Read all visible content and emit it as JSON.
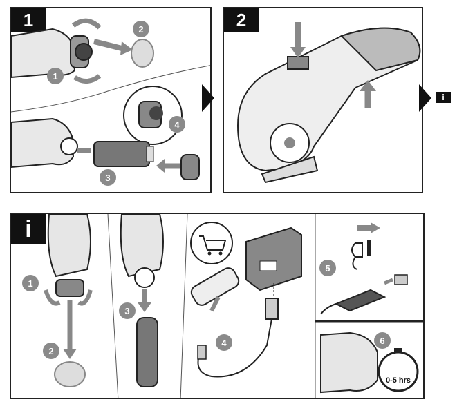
{
  "panel1": {
    "badge": "1",
    "steps": [
      "1",
      "2",
      "3",
      "4"
    ]
  },
  "panel2": {
    "badge": "2"
  },
  "info_small": {
    "badge": "i"
  },
  "panel3": {
    "badge": "i",
    "steps": [
      "1",
      "2",
      "3",
      "4",
      "5",
      "6"
    ],
    "timer_text": "0-5 hrs"
  },
  "colors": {
    "ink": "#111111",
    "step_gray": "#8a8a8a",
    "light": "#d8d8d8",
    "mid": "#aaaaaa"
  }
}
